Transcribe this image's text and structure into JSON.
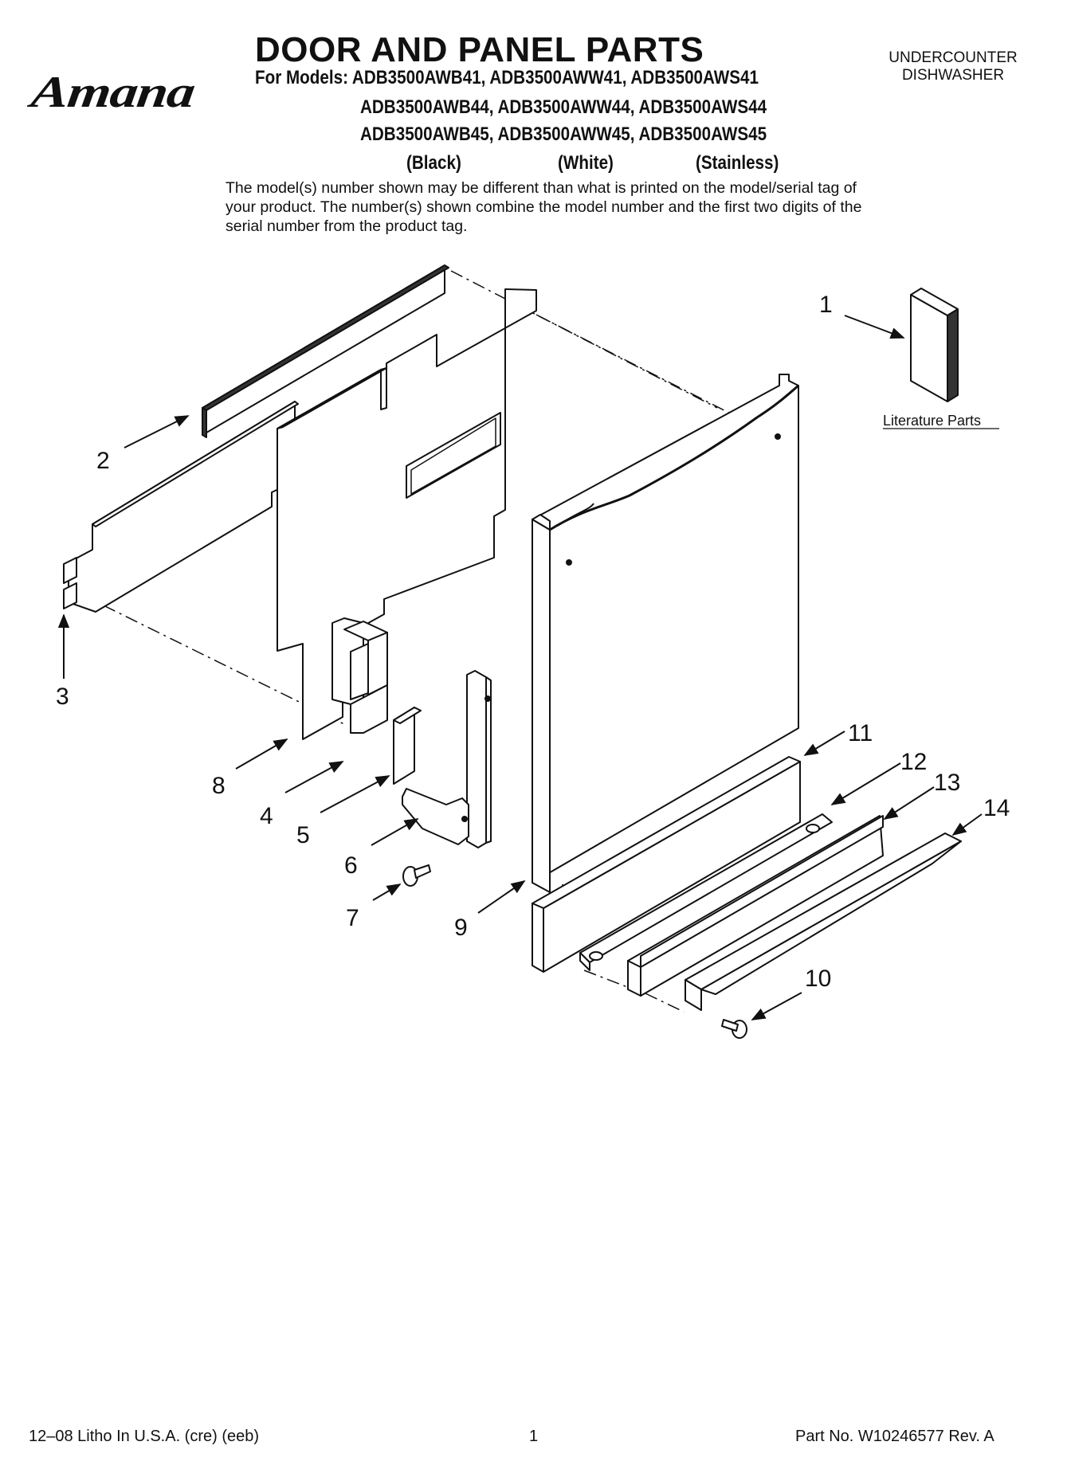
{
  "header": {
    "brand": "Amana",
    "title": "DOOR AND PANEL PARTS",
    "model_line_1": "For Models: ADB3500AWB41, ADB3500AWW41, ADB3500AWS41",
    "model_line_2": "ADB3500AWB44, ADB3500AWW44, ADB3500AWS44",
    "model_line_3": "ADB3500AWB45, ADB3500AWW45, ADB3500AWS45",
    "colors": [
      "(Black)",
      "(White)",
      "(Stainless)"
    ],
    "product_type_1": "UNDERCOUNTER",
    "product_type_2": "DISHWASHER",
    "disclaimer": "The model(s) number shown may be different than what is printed on the model/serial tag of your product. The number(s) shown combine the model number and the first two digits of the serial number from the product tag."
  },
  "diagram": {
    "callouts": [
      "1",
      "2",
      "3",
      "4",
      "5",
      "6",
      "7",
      "8",
      "9",
      "10",
      "11",
      "12",
      "13",
      "14"
    ],
    "literature_label": "Literature Parts",
    "stroke_color": "#111111"
  },
  "footer": {
    "left": "12–08 Litho In U.S.A. (cre) (eeb)",
    "page": "1",
    "part_no": "Part No. W10246577 Rev. A"
  }
}
